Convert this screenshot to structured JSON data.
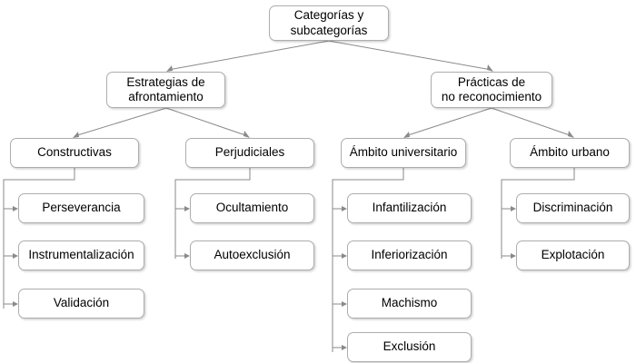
{
  "diagram": {
    "title": "Categorías y subcategorías",
    "type": "tree-hierarchy",
    "nodes": {
      "root": {
        "label": "Categorías y\nsubcategorías"
      },
      "estrategias": {
        "label": "Estrategias de\nafrontamiento"
      },
      "practicas": {
        "label": "Prácticas de\nno reconocimiento"
      },
      "constructivas": {
        "label": "Constructivas"
      },
      "perjudiciales": {
        "label": "Perjudiciales"
      },
      "ambito_universitario": {
        "label": "Ámbito universitario"
      },
      "ambito_urbano": {
        "label": "Ámbito urbano"
      },
      "perseverancia": {
        "label": "Perseverancia"
      },
      "instrumentalizacion": {
        "label": "Instrumentalización"
      },
      "validacion": {
        "label": "Validación"
      },
      "ocultamiento": {
        "label": "Ocultamiento"
      },
      "autoexclusion": {
        "label": "Autoexclusión"
      },
      "infantilizacion": {
        "label": "Infantilización"
      },
      "inferiorizacion": {
        "label": "Inferiorización"
      },
      "machismo": {
        "label": "Machismo"
      },
      "exclusion": {
        "label": "Exclusión"
      },
      "discriminacion": {
        "label": "Discriminación"
      },
      "explotacion": {
        "label": "Explotación"
      }
    },
    "colors": {
      "background": "#ffffff",
      "node_fill": "#ffffff",
      "node_border": "#adadad",
      "connector": "#8a8a8a",
      "text": "#000000"
    }
  }
}
